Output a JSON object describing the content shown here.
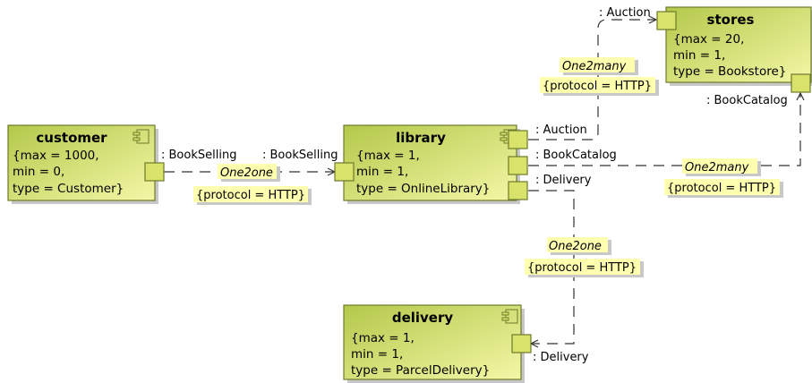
{
  "components": {
    "customer": {
      "name": "customer",
      "attrs": [
        "{max = 1000,",
        "min = 0,",
        "type = Customer}"
      ]
    },
    "library": {
      "name": "library",
      "attrs": [
        "{max = 1,",
        "min = 1,",
        "type = OnlineLibrary}"
      ]
    },
    "stores": {
      "name": "stores",
      "attrs": [
        "{max = 20,",
        "min = 1,",
        "type = Bookstore}"
      ]
    },
    "delivery": {
      "name": "delivery",
      "attrs": [
        "{max = 1,",
        "min = 1,",
        "type = ParcelDelivery}"
      ]
    }
  },
  "ports": {
    "customer_bookselling": ": BookSelling",
    "library_bookselling": ": BookSelling",
    "library_auction": ": Auction",
    "library_bookcatalog": ": BookCatalog",
    "library_delivery": ": Delivery",
    "stores_auction": ": Auction",
    "stores_bookcatalog": ": BookCatalog",
    "delivery_delivery": ": Delivery"
  },
  "connectors": {
    "bookselling": {
      "multiplicity": "One2one",
      "protocol": "{protocol = HTTP}"
    },
    "auction": {
      "multiplicity": "One2many",
      "protocol": "{protocol = HTTP}"
    },
    "bookcatalog": {
      "multiplicity": "One2many",
      "protocol": "{protocol = HTTP}"
    },
    "delivery": {
      "multiplicity": "One2one",
      "protocol": "{protocol = HTTP}"
    }
  },
  "colors": {
    "component_fill_start": "#b3c84a",
    "component_fill_end": "#f4f7a6",
    "component_border": "#6d7a2a",
    "shadow": "#c8c8c8",
    "port_fill": "#d9e26a",
    "note_fill": "#ffffb0",
    "line": "#333333"
  }
}
